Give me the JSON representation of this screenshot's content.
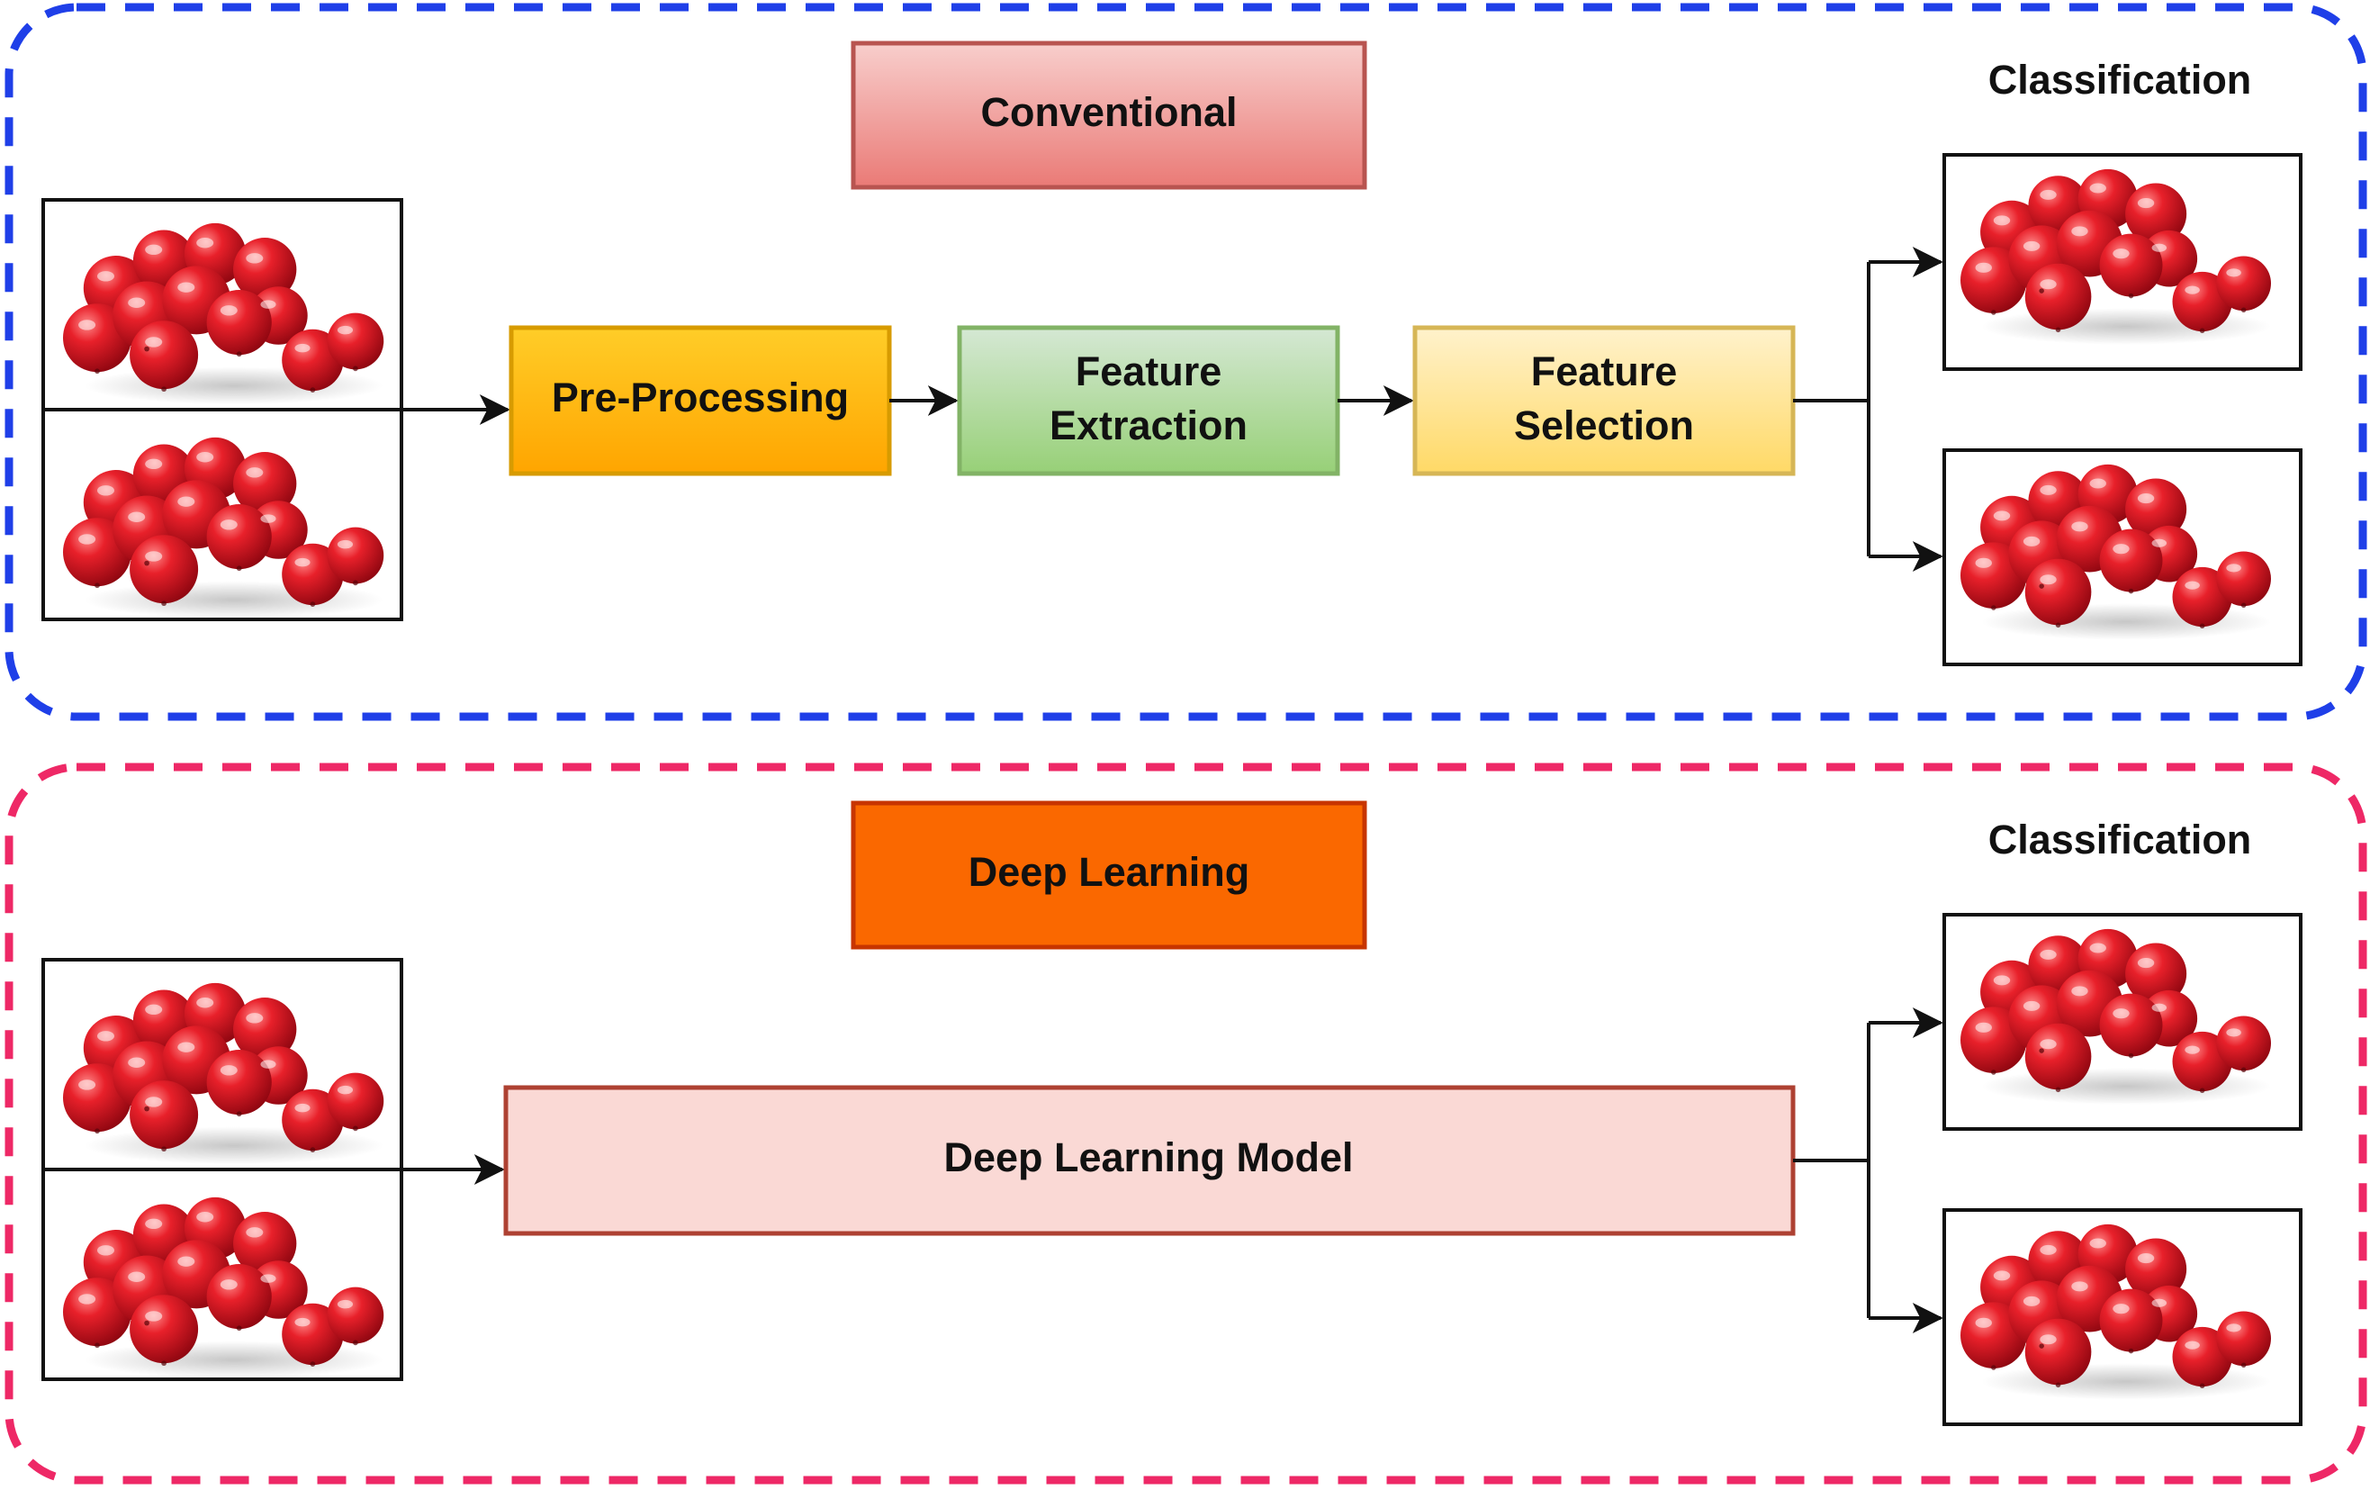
{
  "conventional": {
    "title": "Conventional",
    "classification_label": "Classification",
    "steps": [
      {
        "line1": "Pre-Processing",
        "line2": ""
      },
      {
        "line1": "Feature",
        "line2": "Extraction"
      },
      {
        "line1": "Feature",
        "line2": "Selection"
      }
    ]
  },
  "deep": {
    "title": "Deep Learning",
    "classification_label": "Classification",
    "model_label": "Deep Learning Model"
  },
  "colors": {
    "conventional_border": "#1f3fe8",
    "deep_border": "#ee2866",
    "conventional_title_fill": "#f1a7a7",
    "conventional_title_stroke": "#b85450",
    "deep_title_fill": "#fa6800",
    "deep_title_stroke": "#c73500",
    "preprocessing_fill": "#ffb30f",
    "preprocessing_stroke": "#d79b00",
    "extraction_fill": "#b0d99a",
    "extraction_stroke": "#82b366",
    "selection_fill": "#ffeb9a",
    "selection_stroke": "#d6b656",
    "model_fill": "#fad9d5",
    "model_stroke": "#ae4132",
    "berry_red": "#d6121c"
  },
  "icons": {
    "fruit_image": "berry-cluster-image",
    "arrow": "arrow-right-icon"
  }
}
